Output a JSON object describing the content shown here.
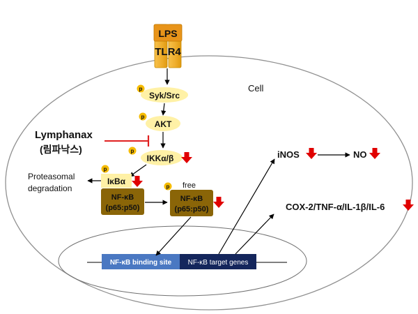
{
  "receptor": {
    "ligand": "LPS",
    "name": "TLR4"
  },
  "cell_label": "Cell",
  "phospho_label": "p",
  "inhibitor": {
    "name": "Lymphanax",
    "korean": "(림파낙스)"
  },
  "kinases": {
    "syk_src": "Syk/Src",
    "akt": "AKT",
    "ikk": "IKKα/β"
  },
  "ikb": "IκBα",
  "proteasome": {
    "line1": "Proteasomal",
    "line2": "degradation"
  },
  "nfkb_bound": {
    "line1": "NF-κB",
    "line2": "(p65:p50)"
  },
  "nfkb_free": {
    "tag": "free",
    "line1": "NF-κB",
    "line2": "(p65:p50)"
  },
  "outputs": {
    "inos": "iNOS",
    "no": "NO",
    "cytokines": "COX-2/TNF-α/IL-1β/IL-6"
  },
  "nucleus": {
    "binding_site": "NF-κB binding site",
    "target_genes": "NF-κB target genes"
  },
  "colors": {
    "receptor_gradient": [
      "#f7c04a",
      "#e09a10"
    ],
    "kinase_fill": "#fff1a6",
    "phospho_fill": "#f5bb00",
    "nfkb_fill": "#8a6508",
    "inhibitor_line": "#e02020",
    "down_arrow": "#e00000",
    "binding_site_fill": "#4a78c2",
    "target_genes_fill": "#14265c"
  }
}
